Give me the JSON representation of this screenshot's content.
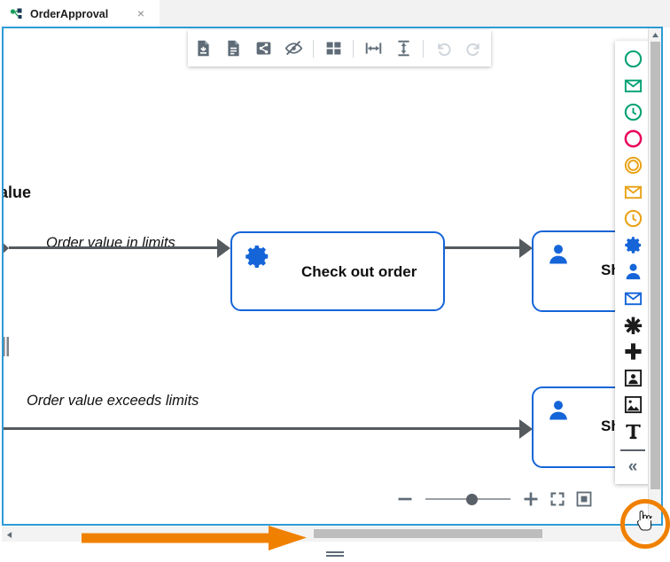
{
  "tab": {
    "label": "OrderApproval",
    "icon": "diagram-icon",
    "close_label": "×"
  },
  "toolbar": {
    "buttons": [
      {
        "name": "export-document-button",
        "icon": "document-download-icon",
        "enabled": true
      },
      {
        "name": "open-document-button",
        "icon": "document-lines-icon",
        "enabled": true
      },
      {
        "name": "share-button",
        "icon": "share-nodes-icon",
        "enabled": true
      },
      {
        "name": "hide-button",
        "icon": "eye-off-icon",
        "enabled": true
      },
      {
        "name": "layout-grid-button",
        "icon": "grid-squares-icon",
        "enabled": true
      },
      {
        "name": "distribute-horizontal-button",
        "icon": "arrows-horizontal-icon",
        "enabled": true
      },
      {
        "name": "distribute-vertical-button",
        "icon": "arrows-vertical-icon",
        "enabled": true
      },
      {
        "name": "undo-button",
        "icon": "undo-arrow-icon",
        "enabled": false
      },
      {
        "name": "redo-button",
        "icon": "redo-arrow-icon",
        "enabled": false
      }
    ]
  },
  "diagram": {
    "clipped_title": "alue",
    "edge_labels": [
      {
        "text": "Order value in limits"
      },
      {
        "text": "Order value exceeds limits"
      }
    ],
    "nodes": [
      {
        "label": "Check out order",
        "icon": "gear-icon",
        "icon_color": "#1565d8",
        "border_color": "#1565d8"
      },
      {
        "label": "Sho",
        "icon": "person-icon",
        "icon_color": "#1565d8",
        "border_color": "#1565d8"
      },
      {
        "label": "Sh",
        "icon": "person-icon",
        "icon_color": "#1565d8",
        "border_color": "#1565d8"
      }
    ]
  },
  "palette": {
    "items": [
      {
        "name": "palette-start-event",
        "icon": "circle-outline-icon",
        "color": "#00a173"
      },
      {
        "name": "palette-message-start-event",
        "icon": "envelope-icon",
        "color": "#00a173"
      },
      {
        "name": "palette-timer-start-event",
        "icon": "clock-icon",
        "color": "#00a173"
      },
      {
        "name": "palette-end-event",
        "icon": "circle-outline-icon",
        "color": "#e8005a"
      },
      {
        "name": "palette-intermediate-event",
        "icon": "double-circle-icon",
        "color": "#e8a317"
      },
      {
        "name": "palette-message-intermediate-event",
        "icon": "envelope-icon",
        "color": "#e8a317"
      },
      {
        "name": "palette-timer-intermediate-event",
        "icon": "clock-icon",
        "color": "#e8a317"
      },
      {
        "name": "palette-service-task",
        "icon": "gear-icon",
        "color": "#1565d8"
      },
      {
        "name": "palette-user-task",
        "icon": "person-icon",
        "color": "#1565d8"
      },
      {
        "name": "palette-send-task",
        "icon": "envelope-icon",
        "color": "#1565d8"
      },
      {
        "name": "palette-gateway-complex",
        "icon": "asterisk-icon",
        "color": "#1b1b1b"
      },
      {
        "name": "palette-gateway-parallel",
        "icon": "plus-thick-icon",
        "color": "#1b1b1b"
      },
      {
        "name": "palette-pool",
        "icon": "person-frame-icon",
        "color": "#1b1b1b"
      },
      {
        "name": "palette-image",
        "icon": "image-icon",
        "color": "#1b1b1b"
      },
      {
        "name": "palette-text-annotation",
        "icon": "text-t-icon",
        "color": "#1b1b1b"
      }
    ],
    "collapse_label": "«"
  },
  "zoom_controls": {
    "zoom_out_label": "−",
    "zoom_in_label": "+",
    "slider_position_percent": 55,
    "fit_icon": "fit-screen-icon",
    "center_icon": "center-square-icon"
  },
  "scrollbars": {
    "horizontal_thumb_position_percent": 47,
    "vertical_thumb_position_percent": 0
  },
  "annotations": {
    "arrow_color": "#f08000",
    "highlight_circle_color": "#f08000",
    "cursor_icon": "pointing-hand-cursor"
  }
}
